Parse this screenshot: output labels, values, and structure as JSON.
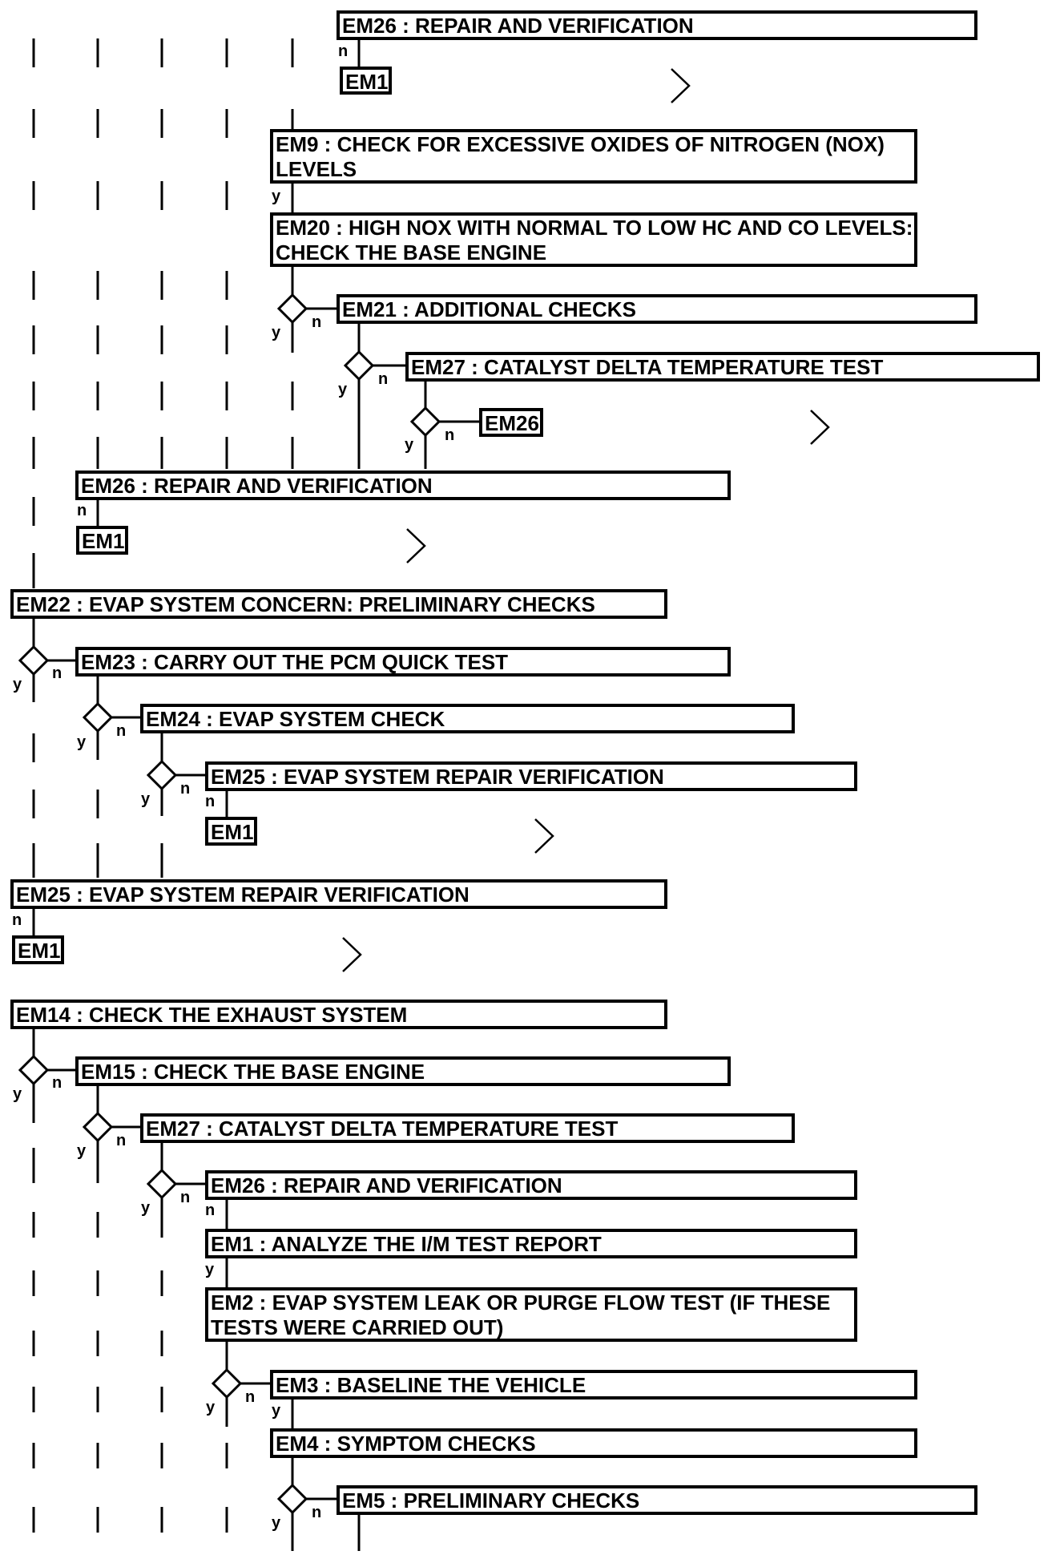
{
  "labels": {
    "yes": "y",
    "no": "n"
  },
  "steps": {
    "em26_a": "EM26 : REPAIR AND VERIFICATION",
    "em1_a": "EM1",
    "em9": "EM9 : CHECK FOR EXCESSIVE OXIDES OF NITROGEN (NOX) LEVELS",
    "em20": "EM20 : HIGH NOX WITH NORMAL TO LOW HC AND CO LEVELS: CHECK THE BASE ENGINE",
    "em21": "EM21 : ADDITIONAL CHECKS",
    "em27_a": "EM27 : CATALYST DELTA TEMPERATURE TEST",
    "em26_ref": "EM26",
    "em26_b": "EM26 : REPAIR AND VERIFICATION",
    "em1_b": "EM1",
    "em22": "EM22 : EVAP SYSTEM CONCERN: PRELIMINARY CHECKS",
    "em23": "EM23 : CARRY OUT THE PCM QUICK TEST",
    "em24": "EM24 : EVAP SYSTEM CHECK",
    "em25_a": "EM25 : EVAP SYSTEM REPAIR VERIFICATION",
    "em1_c": "EM1",
    "em25_b": "EM25 : EVAP SYSTEM REPAIR VERIFICATION",
    "em1_d": "EM1",
    "em14": "EM14 : CHECK THE EXHAUST SYSTEM",
    "em15": "EM15 : CHECK THE BASE ENGINE",
    "em27_b": "EM27 : CATALYST DELTA TEMPERATURE TEST",
    "em26_c": "EM26 : REPAIR AND VERIFICATION",
    "em1": "EM1 : ANALYZE THE I/M TEST REPORT",
    "em2": "EM2 : EVAP SYSTEM LEAK OR PURGE FLOW TEST (IF THESE TESTS WERE CARRIED OUT)",
    "em3": "EM3 : BASELINE THE VEHICLE",
    "em4": "EM4 : SYMPTOM CHECKS",
    "em5": "EM5 : PRELIMINARY CHECKS"
  }
}
